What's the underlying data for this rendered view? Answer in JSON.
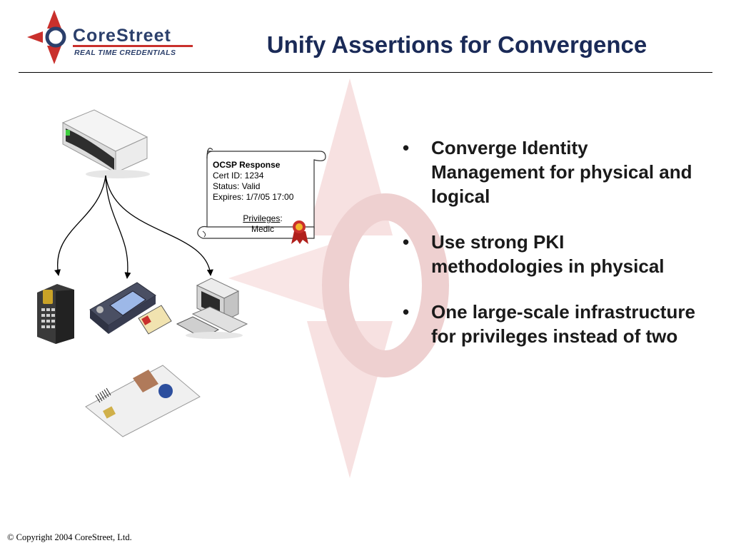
{
  "header": {
    "logo": {
      "name": "CoreStreet",
      "tagline": "REAL TIME CREDENTIALS"
    },
    "title": "Unify Assertions for Convergence"
  },
  "diagram": {
    "ocsp": {
      "heading": "OCSP Response",
      "cert_id": "Cert ID:  1234",
      "status": "Status:  Valid",
      "expires": "Expires:  1/7/05 17:00",
      "privileges_label": "Privileges",
      "privileges_value": "Medic"
    },
    "devices": [
      "server",
      "fingerprint-reader",
      "handheld-reader",
      "desktop-computer",
      "id-card"
    ]
  },
  "bullets": {
    "marker": "•",
    "items": [
      "Converge Identity Management for physical and logical",
      "Use strong PKI methodologies in physical",
      "One large-scale infrastructure for privileges instead of two"
    ]
  },
  "footer": {
    "copyright": "© Copyright 2004 CoreStreet, Ltd."
  },
  "colors": {
    "title": "#1a2a57",
    "logo_blue": "#2b3f6b",
    "logo_red": "#c9302c",
    "watermark": "#f6dcdc"
  }
}
